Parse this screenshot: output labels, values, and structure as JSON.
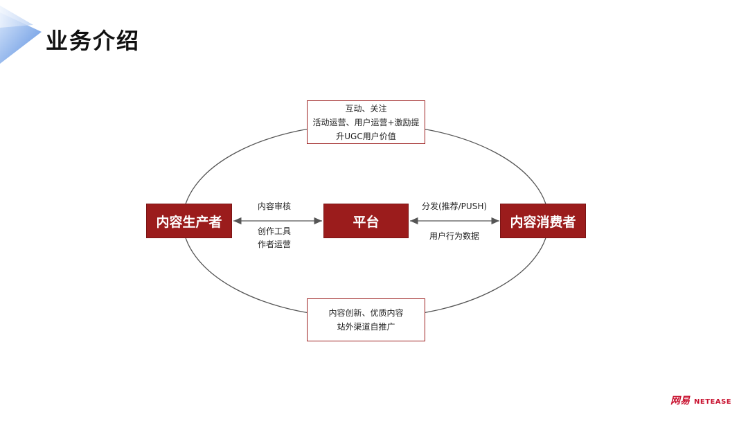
{
  "page": {
    "title": "业务介绍"
  },
  "nodes": {
    "producer": "内容生产者",
    "platform": "平台",
    "consumer": "内容消费者"
  },
  "top_box": {
    "lines": [
      "互动、关注",
      "活动运营、用户运营+激励提",
      "升UGC用户价值"
    ]
  },
  "bottom_box": {
    "lines": [
      "内容创新、优质内容",
      "站外渠道自推广"
    ]
  },
  "left_edge": {
    "above": "内容审核",
    "below": [
      "创作工具",
      "作者运营"
    ]
  },
  "right_edge": {
    "above": "分发(推荐/PUSH)",
    "below": "用户行为数据"
  },
  "logo": {
    "cn": "网易",
    "en": "NETEASE"
  },
  "colors": {
    "node_fill": "#9b1c1c",
    "accent_blue": "#3a6fd8"
  }
}
